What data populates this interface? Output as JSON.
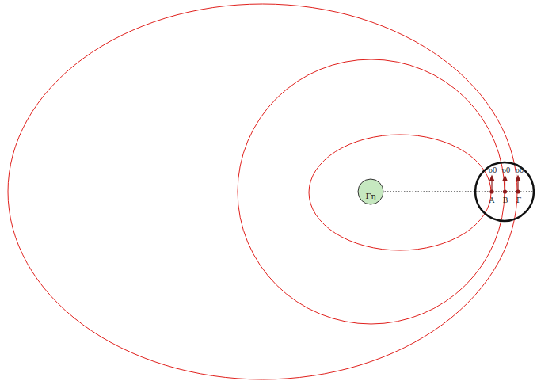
{
  "diagram": {
    "nodes": [
      {
        "text": [
          "Γη"
        ]
      }
    ],
    "labels": [
      "υ0",
      "υ0",
      "υ0",
      "A",
      "B",
      "Γ"
    ]
  }
}
